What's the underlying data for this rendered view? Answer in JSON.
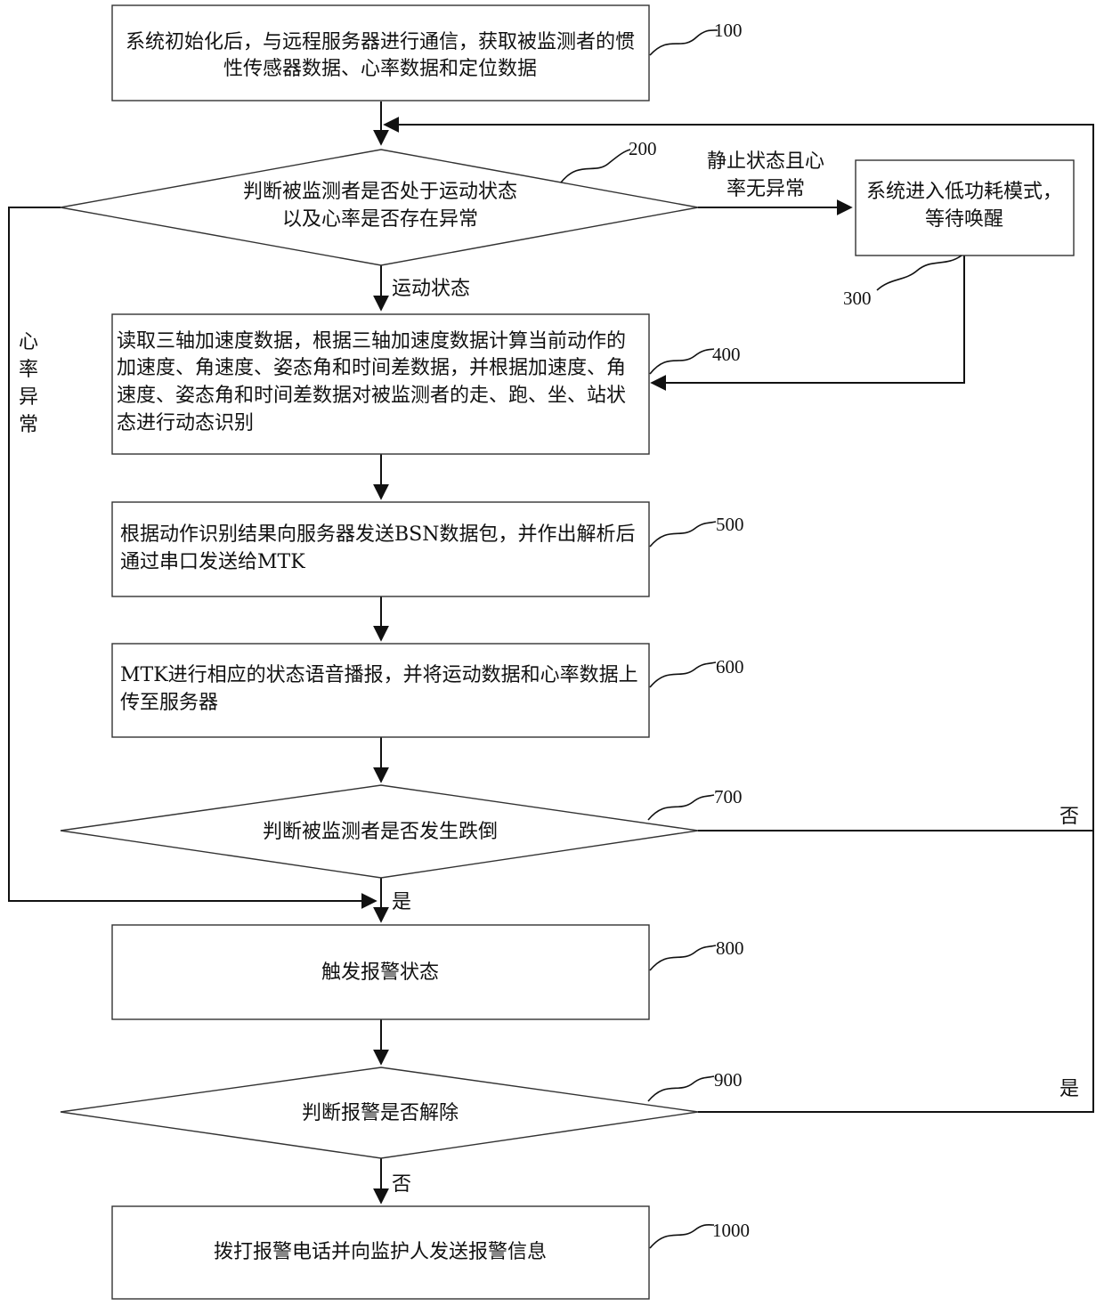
{
  "steps": {
    "s100": {
      "line1": "系统初始化后，与远程服务器进行通信，获取被监测者的惯",
      "line2": "性传感器数据、心率数据和定位数据",
      "ref": "100"
    },
    "s200": {
      "line1": "判断被监测者是否处于运动状态",
      "line2": "以及心率是否存在异常",
      "ref": "200"
    },
    "s300": {
      "line1": "系统进入低功耗模式，",
      "line2": "等待唤醒",
      "ref": "300"
    },
    "s400": {
      "line1": "读取三轴加速度数据，根据三轴加速度数据计算当前动作的",
      "line2": "加速度、角速度、姿态角和时间差数据，并根据加速度、角",
      "line3": "速度、姿态角和时间差数据对被监测者的走、跑、坐、站状",
      "line4": "态进行动态识别",
      "ref": "400"
    },
    "s500": {
      "line1": "根据动作识别结果向服务器发送BSN数据包，并作出解析后",
      "line2": "通过串口发送给MTK",
      "ref": "500"
    },
    "s600": {
      "line1": "MTK进行相应的状态语音播报，并将运动数据和心率数据上",
      "line2": "传至服务器",
      "ref": "600"
    },
    "s700": {
      "line1": "判断被监测者是否发生跌倒",
      "ref": "700"
    },
    "s800": {
      "line1": "触发报警状态",
      "ref": "800"
    },
    "s900": {
      "line1": "判断报警是否解除",
      "ref": "900"
    },
    "s1000": {
      "line1": "拨打报警电话并向监护人发送报警信息",
      "ref": "1000"
    }
  },
  "edge_labels": {
    "static_line1": "静止状态且心",
    "static_line2": "率无异常",
    "moving": "运动状态",
    "hr_c1": "心",
    "hr_c2": "率",
    "hr_c3": "异",
    "hr_c4": "常",
    "fall_no": "否",
    "fall_yes": "是",
    "release_yes": "是",
    "release_no": "否"
  }
}
